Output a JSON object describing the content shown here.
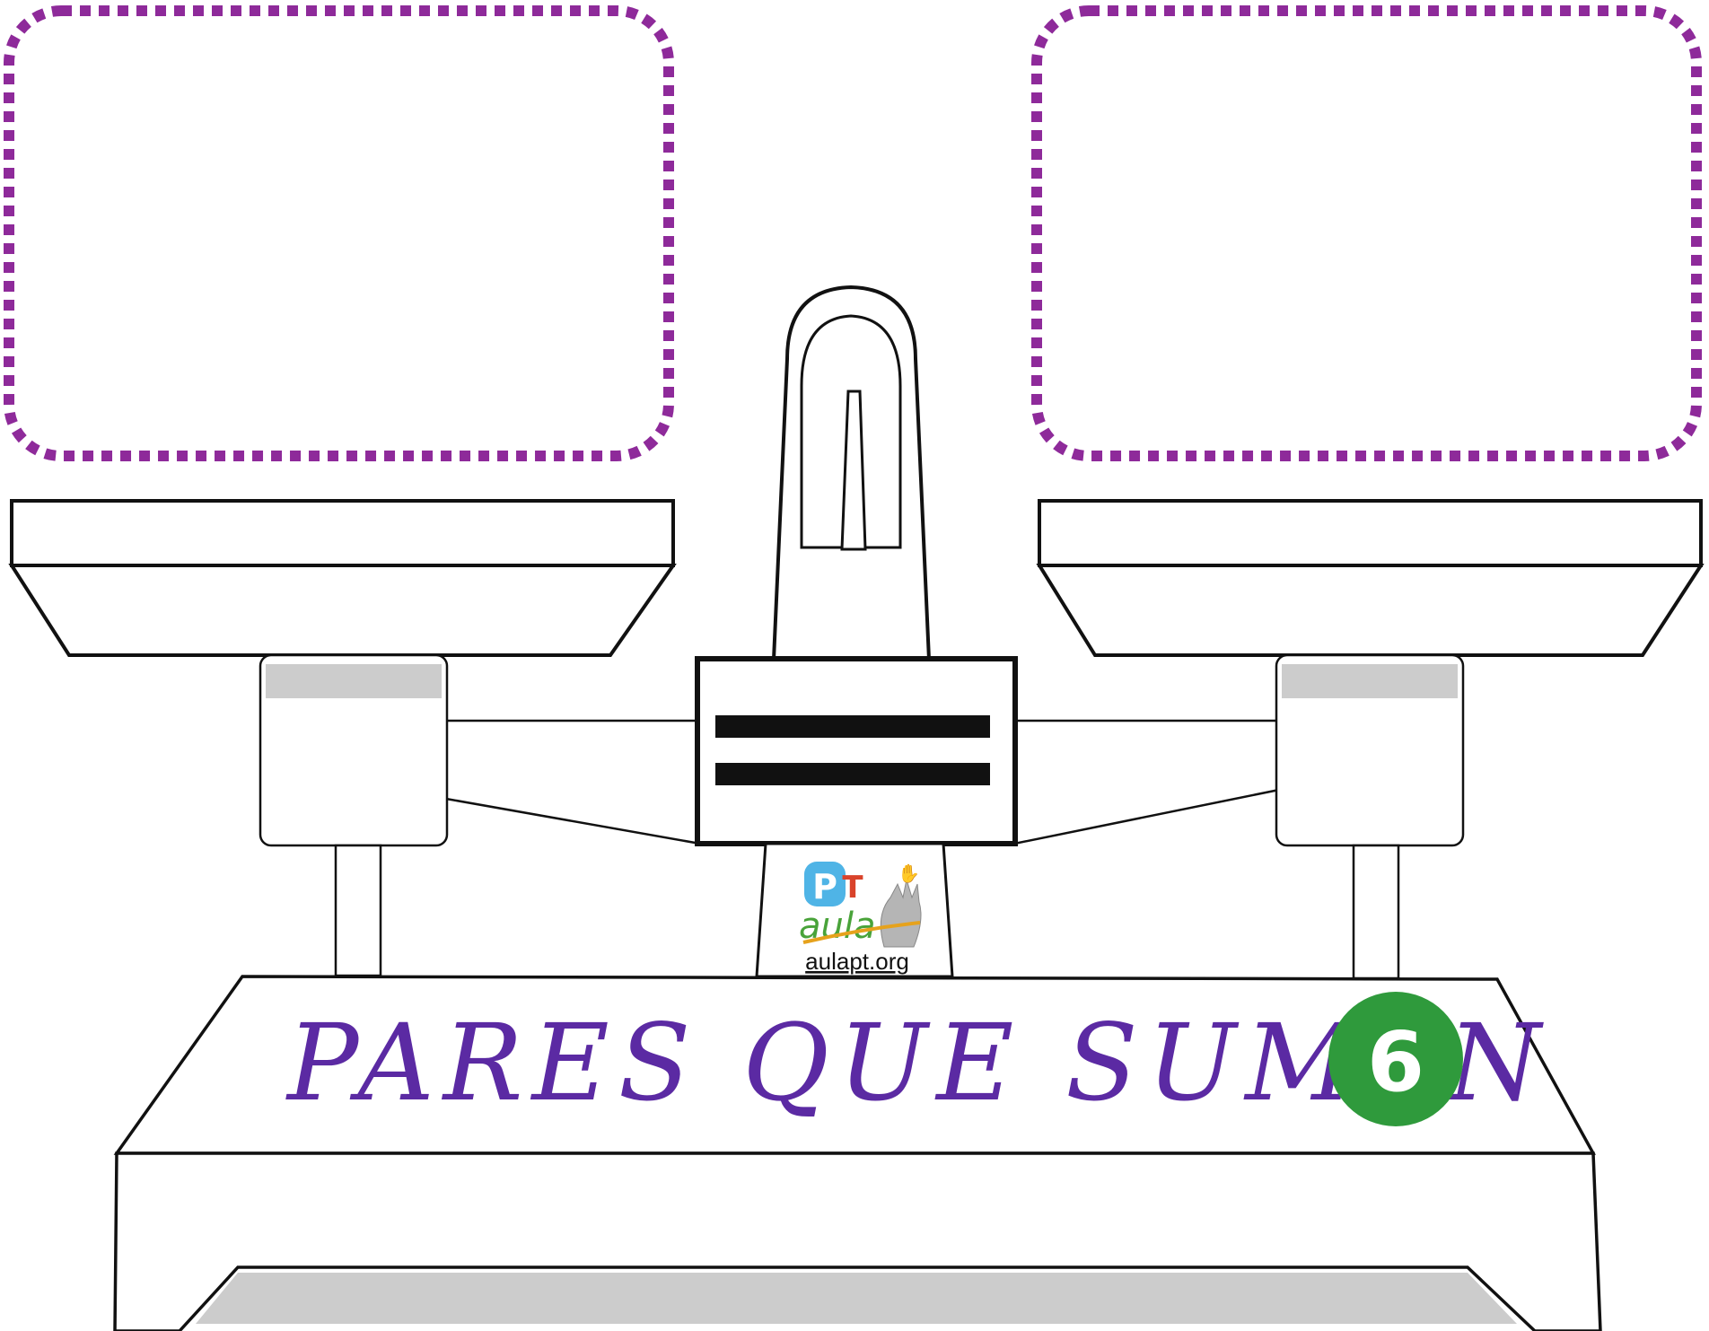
{
  "title": "PARES QUE SUMAN",
  "number_badge": {
    "value": "6",
    "color": "#2f9a3c"
  },
  "logo": {
    "letter_p": "P",
    "letter_t": "T",
    "word": "aula",
    "url": "aulapt.org"
  },
  "colors": {
    "drop_zone_border": "#8e2a9a",
    "title": "#5b2aa3",
    "outline": "#111111",
    "grey_fill": "#cccccc"
  },
  "equal_sign": "="
}
